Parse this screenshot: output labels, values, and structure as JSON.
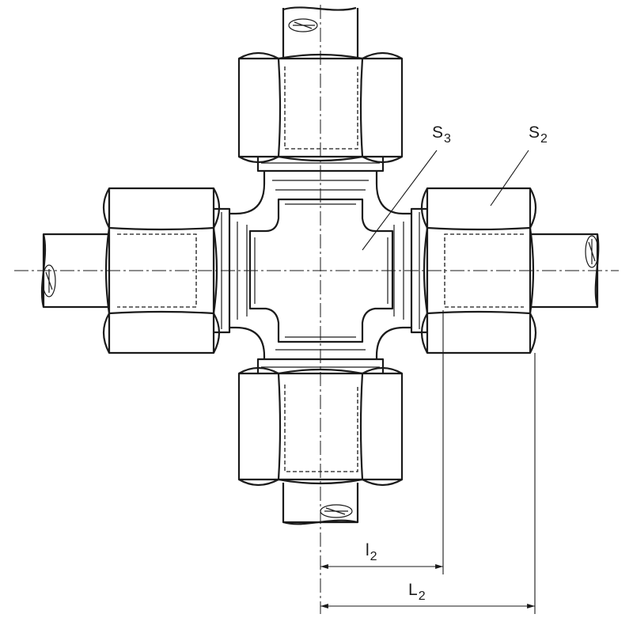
{
  "labels": {
    "s3": {
      "main": "S",
      "sub": "3"
    },
    "s2": {
      "main": "S",
      "sub": "2"
    },
    "l2_small": {
      "main": "l",
      "sub": "2"
    },
    "l2_large": {
      "main": "L",
      "sub": "2"
    }
  }
}
